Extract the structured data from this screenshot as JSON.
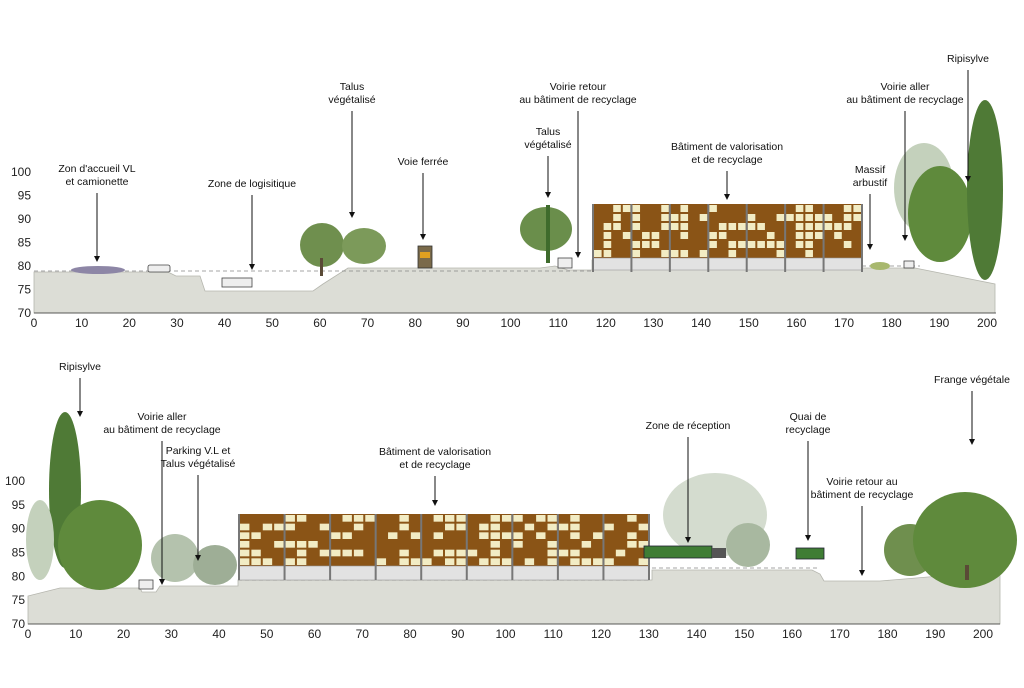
{
  "sections": [
    {
      "id": "top",
      "x_ticks": [
        "0",
        "10",
        "20",
        "30",
        "40",
        "50",
        "60",
        "70",
        "80",
        "90",
        "100",
        "110",
        "120",
        "130",
        "140",
        "150",
        "160",
        "170",
        "180",
        "190",
        "200"
      ],
      "y_ticks": [
        "100",
        "95",
        "90",
        "85",
        "80",
        "75",
        "70"
      ],
      "labels": [
        {
          "lines": [
            "Zon d'accueil VL",
            "et camionette"
          ]
        },
        {
          "lines": [
            "Zone de logisitique"
          ]
        },
        {
          "lines": [
            "Talus",
            "végétalisé"
          ]
        },
        {
          "lines": [
            "Voie ferrée"
          ]
        },
        {
          "lines": [
            "Talus",
            "végétalisé"
          ]
        },
        {
          "lines": [
            "Voirie retour",
            "au bâtiment de recyclage"
          ]
        },
        {
          "lines": [
            "Bâtiment de valorisation",
            "et de recyclage"
          ]
        },
        {
          "lines": [
            "Massif",
            "arbustif"
          ]
        },
        {
          "lines": [
            "Voirie aller",
            "au bâtiment de recyclage"
          ]
        },
        {
          "lines": [
            "Ripisylve"
          ]
        }
      ]
    },
    {
      "id": "bottom",
      "x_ticks": [
        "0",
        "10",
        "20",
        "30",
        "40",
        "50",
        "60",
        "70",
        "80",
        "90",
        "100",
        "110",
        "120",
        "130",
        "140",
        "150",
        "160",
        "170",
        "180",
        "190",
        "200"
      ],
      "y_ticks": [
        "100",
        "95",
        "90",
        "85",
        "80",
        "75",
        "70"
      ],
      "labels": [
        {
          "lines": [
            "Ripisylve"
          ]
        },
        {
          "lines": [
            "Voirie aller",
            "au bâtiment de recyclage"
          ]
        },
        {
          "lines": [
            "Parking V.L et",
            "Talus végétalisé"
          ]
        },
        {
          "lines": [
            "Bâtiment de valorisation",
            "et de recyclage"
          ]
        },
        {
          "lines": [
            "Zone de réception"
          ]
        },
        {
          "lines": [
            "Quai de",
            "recyclage"
          ]
        },
        {
          "lines": [
            "Voirie retour au",
            "bâtiment de recyclage"
          ]
        },
        {
          "lines": [
            "Frange végétale"
          ]
        }
      ]
    }
  ],
  "colors": {
    "ground": "#dcddd6",
    "facade_brown": "#8a5416",
    "facade_cream": "#f2ecc4",
    "tree_green": "#5f8a3c",
    "tree_faded": "#b9c8b0"
  }
}
